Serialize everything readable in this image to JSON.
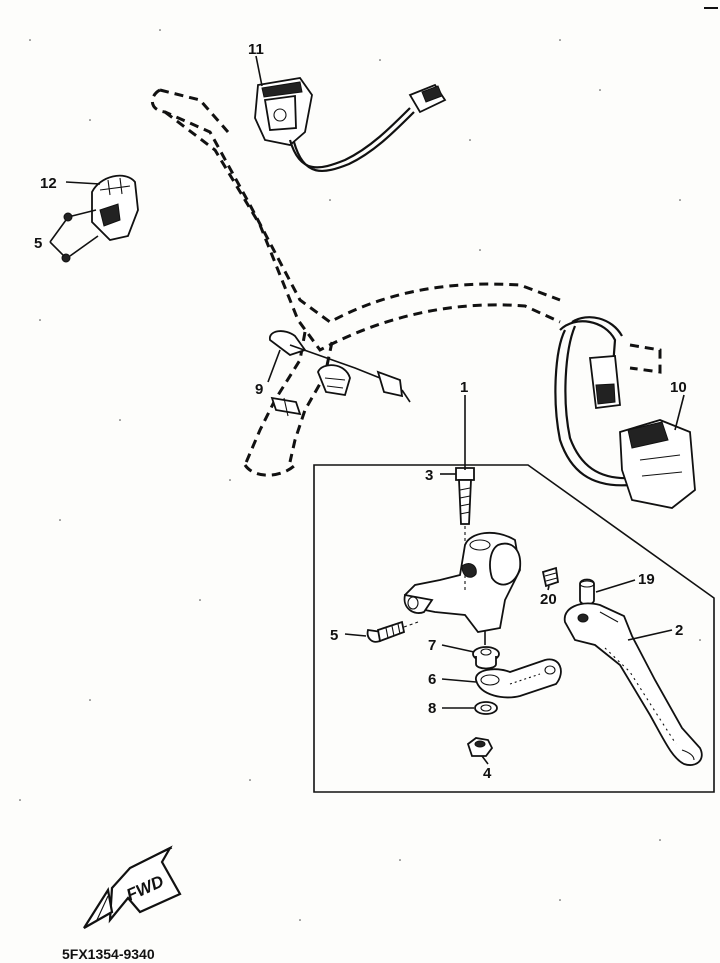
{
  "callouts": {
    "c1": "1",
    "c2": "2",
    "c3": "3",
    "c4": "4",
    "c5a": "5",
    "c5b": "5",
    "c6": "6",
    "c7": "7",
    "c8": "8",
    "c9": "9",
    "c10": "10",
    "c11": "11",
    "c12": "12",
    "c19": "19",
    "c20": "20"
  },
  "arrow_label": "FWD",
  "drawing_code": "5FX1354-9340",
  "colors": {
    "ink": "#111111",
    "paper": "#fdfdfb"
  }
}
